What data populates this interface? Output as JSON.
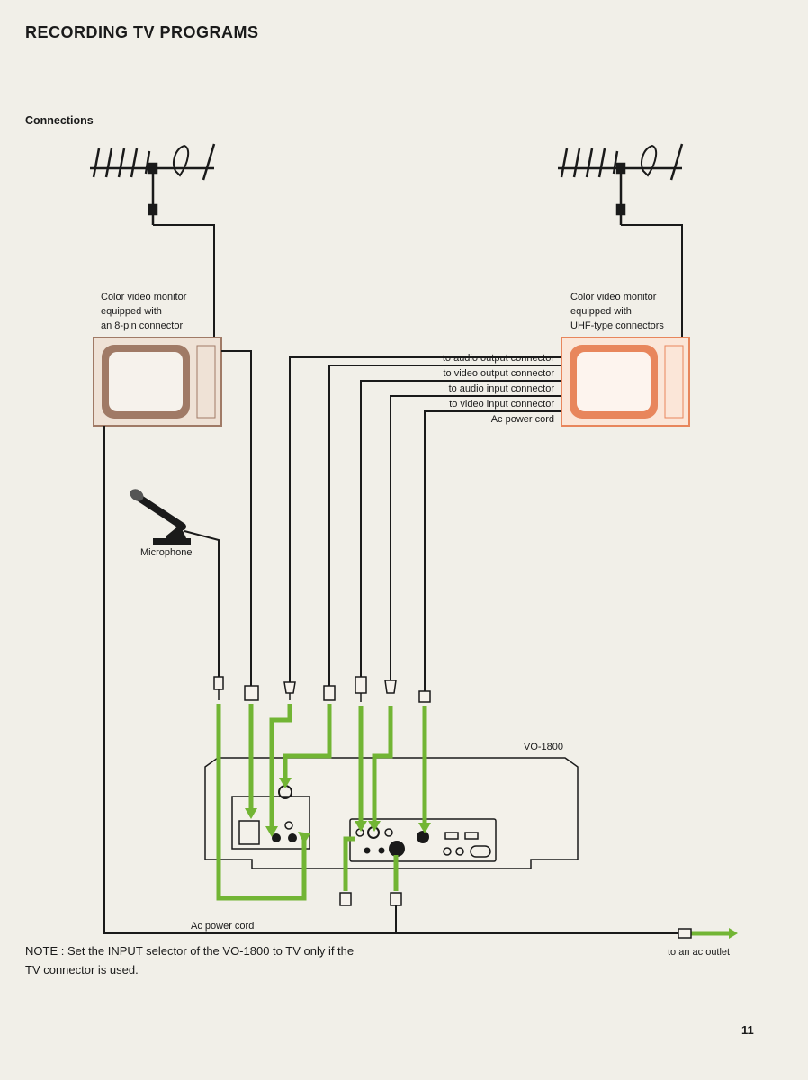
{
  "page": {
    "title": "RECORDING TV PROGRAMS",
    "section": "Connections",
    "page_number": "11"
  },
  "diagram": {
    "left_monitor_label": [
      "Color video monitor",
      "equipped  with",
      "an 8-pin connector"
    ],
    "right_monitor_label": [
      "Color video monitor",
      "equipped  with",
      "UHF-type connectors"
    ],
    "cable_labels": [
      "to audio output connector",
      "to video output connector",
      "to audio input connector",
      "to video input connector",
      "Ac power cord"
    ],
    "microphone_label": "Microphone",
    "deck_label": "VO-1800",
    "bottom_power_label": "Ac power cord",
    "outlet_label": "to an ac outlet",
    "colors": {
      "cable_green": "#72b534",
      "monitor_left_screen": "#a07a66",
      "monitor_right_screen": "#e8865c",
      "wire": "#1a1a1a"
    }
  },
  "note": "NOTE : Set the INPUT selector of the VO-1800 to TV only if the TV connector is used."
}
